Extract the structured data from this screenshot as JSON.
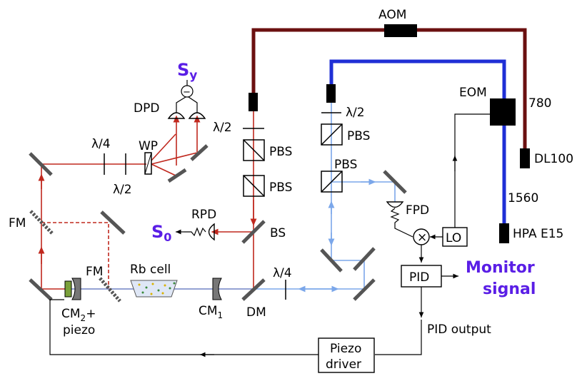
{
  "colors": {
    "beam780": "#c0281e",
    "beam1560": "#7ba7ea",
    "fiber780": "#6b1010",
    "fiber1560": "#1f2fd6",
    "signal": "#5a1ee6",
    "piezo_green": "#7aa03a"
  },
  "labels": {
    "aom": "AOM",
    "eom": "EOM",
    "wl_780": "780",
    "wl_1560": "1560",
    "dl100": "DL100",
    "hpa": "HPA E15",
    "dpd": "DPD",
    "wp": "WP",
    "qwp": "λ/4",
    "hwp": "λ/2",
    "pbs": "PBS",
    "rpd": "RPD",
    "bs": "BS",
    "fm": "FM",
    "rb_cell": "Rb cell",
    "cm2": "CM",
    "cm2_sub": "2",
    "cm2_suffix": "+",
    "piezo": "piezo",
    "cm1": "CM",
    "cm1_sub": "1",
    "dm": "DM",
    "fpd": "FPD",
    "mixer": "×",
    "lo": "LO",
    "pid": "PID",
    "monitor_line1": "Monitor",
    "monitor_line2": "signal",
    "pid_output": "PID output",
    "piezo_driver_line1": "Piezo",
    "piezo_driver_line2": "driver",
    "sy_main": "S",
    "sy_sub": "y",
    "s0_main": "S",
    "s0_sub": "0",
    "minus": "−"
  }
}
